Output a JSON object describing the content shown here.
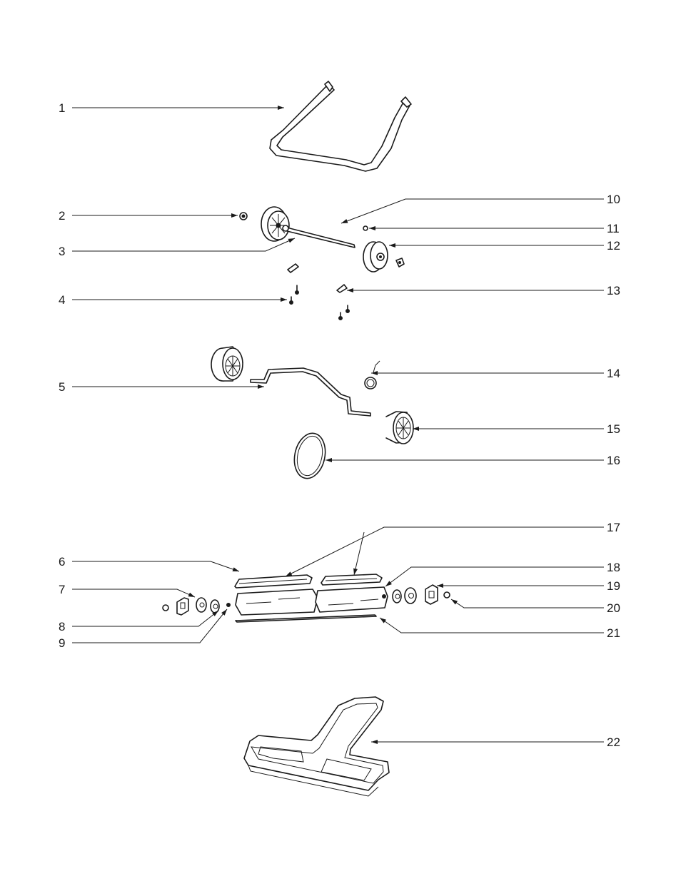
{
  "callouts": [
    {
      "id": "1",
      "label": "1",
      "part": "handle-bail"
    },
    {
      "id": "2",
      "label": "2",
      "part": "nut"
    },
    {
      "id": "3",
      "label": "3",
      "part": "rear-axle"
    },
    {
      "id": "4",
      "label": "4",
      "part": "screw"
    },
    {
      "id": "5",
      "label": "5",
      "part": "height-adjust-rod"
    },
    {
      "id": "6",
      "label": "6",
      "part": "brushroll"
    },
    {
      "id": "7",
      "label": "7",
      "part": "brushroll-end-cap"
    },
    {
      "id": "8",
      "label": "8",
      "part": "bearing"
    },
    {
      "id": "9",
      "label": "9",
      "part": "washer"
    },
    {
      "id": "10",
      "label": "10",
      "part": "axle-rod"
    },
    {
      "id": "11",
      "label": "11",
      "part": "retainer-clip"
    },
    {
      "id": "12",
      "label": "12",
      "part": "rear-wheel"
    },
    {
      "id": "13",
      "label": "13",
      "part": "axle-clamp"
    },
    {
      "id": "14",
      "label": "14",
      "part": "spring"
    },
    {
      "id": "15",
      "label": "15",
      "part": "front-wheel"
    },
    {
      "id": "16",
      "label": "16",
      "part": "drive-belt"
    },
    {
      "id": "17",
      "label": "17",
      "part": "brush-strip"
    },
    {
      "id": "18",
      "label": "18",
      "part": "washer-right"
    },
    {
      "id": "19",
      "label": "19",
      "part": "end-cap-right"
    },
    {
      "id": "20",
      "label": "20",
      "part": "nut-right"
    },
    {
      "id": "21",
      "label": "21",
      "part": "shaft"
    },
    {
      "id": "22",
      "label": "22",
      "part": "base-plate"
    }
  ],
  "colors": {
    "ink": "#1a1a1a",
    "paper": "#ffffff"
  }
}
